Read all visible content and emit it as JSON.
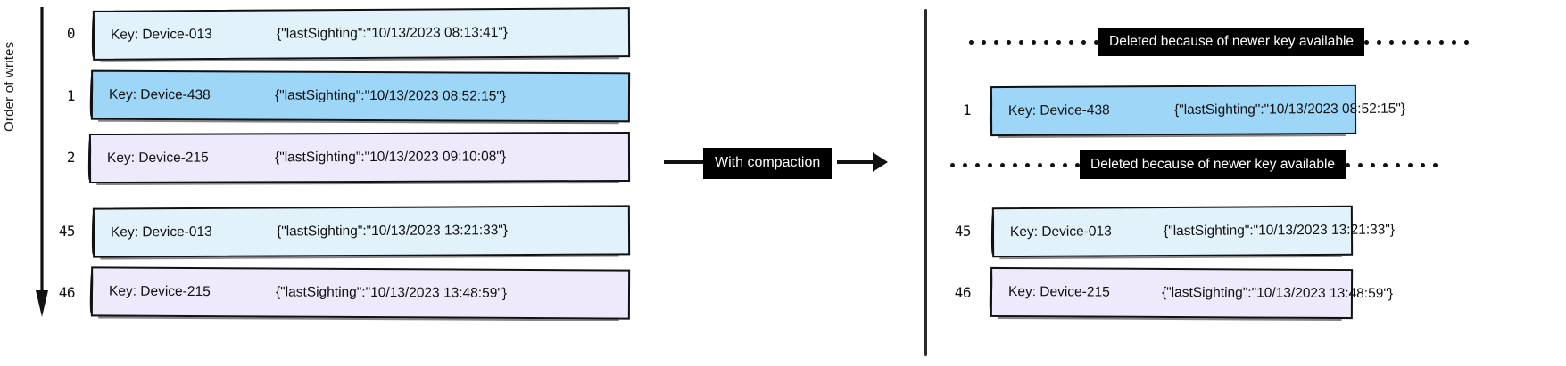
{
  "axis": {
    "label": "Order of writes",
    "arrow_icon": "down-arrow-icon"
  },
  "transition": {
    "label": "With compaction",
    "arrow_icon": "right-arrow-icon"
  },
  "left_panel": {
    "name": "uncompacted-log",
    "records": [
      {
        "index": "0",
        "key": "Key: Device-013",
        "value": "{\"lastSighting\":\"10/13/2023 08:13:41\"}",
        "fill": "#e2f2fb",
        "fill_class": "fill-cyan"
      },
      {
        "index": "1",
        "key": "Key: Device-438",
        "value": "{\"lastSighting\":\"10/13/2023 08:52:15\"}",
        "fill": "#9ed6f7",
        "fill_class": "fill-blue"
      },
      {
        "index": "2",
        "key": "Key: Device-215",
        "value": "{\"lastSighting\":\"10/13/2023 09:10:08\"}",
        "fill": "#eeeafb",
        "fill_class": "fill-violet"
      },
      {
        "index": "45",
        "key": "Key: Device-013",
        "value": "{\"lastSighting\":\"10/13/2023 13:21:33\"}",
        "fill": "#e2f2fb",
        "fill_class": "fill-cyan"
      },
      {
        "index": "46",
        "key": "Key: Device-215",
        "value": "{\"lastSighting\":\"10/13/2023 13:48:59\"}",
        "fill": "#eeeafb",
        "fill_class": "fill-violet"
      }
    ]
  },
  "right_panel": {
    "name": "compacted-log",
    "rows": [
      {
        "type": "deleted",
        "label": "Deleted because of newer key available"
      },
      {
        "type": "record",
        "index": "1",
        "key": "Key: Device-438",
        "value": "{\"lastSighting\":\"10/13/2023 08:52:15\"}",
        "fill": "#9ed6f7",
        "fill_class": "fill-blue"
      },
      {
        "type": "deleted",
        "label": "Deleted because of newer key available"
      },
      {
        "type": "record",
        "index": "45",
        "key": "Key: Device-013",
        "value": "{\"lastSighting\":\"10/13/2023 13:21:33\"}",
        "fill": "#e2f2fb",
        "fill_class": "fill-cyan"
      },
      {
        "type": "record",
        "index": "46",
        "key": "Key: Device-215",
        "value": "{\"lastSighting\":\"10/13/2023 13:48:59\"}",
        "fill": "#eeeafb",
        "fill_class": "fill-violet"
      }
    ]
  },
  "colors": {
    "stroke": "#111111",
    "tag_background": "#000000",
    "tag_text": "#ffffff",
    "divider": "#2b2b2b"
  }
}
